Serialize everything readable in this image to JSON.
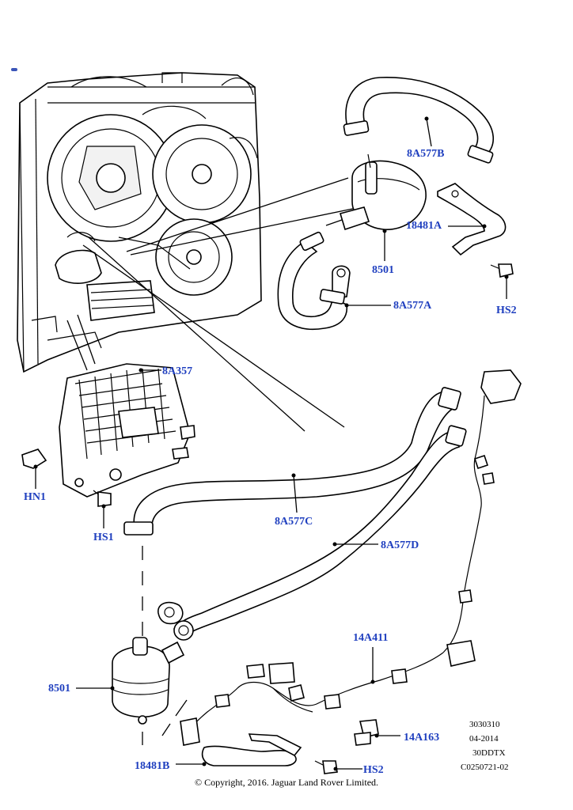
{
  "callouts": {
    "c_8A577B": "8A577B",
    "c_18481A": "18481A",
    "c_8501_top": "8501",
    "c_8A577A": "8A577A",
    "c_HS2_top": "HS2",
    "c_8A357": "8A357",
    "c_HN1": "HN1",
    "c_HS1": "HS1",
    "c_8A577C": "8A577C",
    "c_8A577D": "8A577D",
    "c_14A411": "14A411",
    "c_8501_bottom": "8501",
    "c_14A163": "14A163",
    "c_18481B": "18481B",
    "c_HS2_bottom": "HS2"
  },
  "reference": {
    "line1": "3030310",
    "line2": "04-2014",
    "line3": "30DDTX",
    "line4": "C0250721-02"
  },
  "footer": {
    "copyright": "© Copyright, 2016. Jaguar Land Rover Limited."
  },
  "colors": {
    "callout_text": "#1f3fbf",
    "line_art": "#000000",
    "background": "#ffffff"
  }
}
